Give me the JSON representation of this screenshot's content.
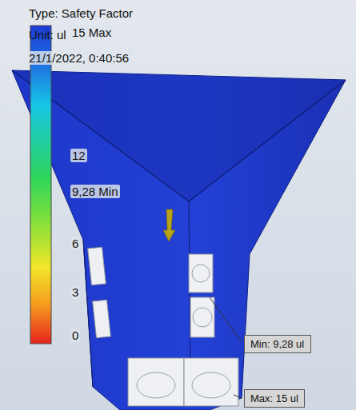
{
  "diagram": {
    "nodes": [
      {
        "text": [
          "Min: 9,28 ul"
        ]
      },
      {
        "text": [
          "Max: 15 ul"
        ]
      }
    ],
    "labels": [
      "Type: Safety Factor",
      "Unit: ul",
      "21/1/2022, 0:40:56",
      "15 Max",
      "12",
      "9,28 Min",
      "6",
      "3",
      "0"
    ]
  }
}
